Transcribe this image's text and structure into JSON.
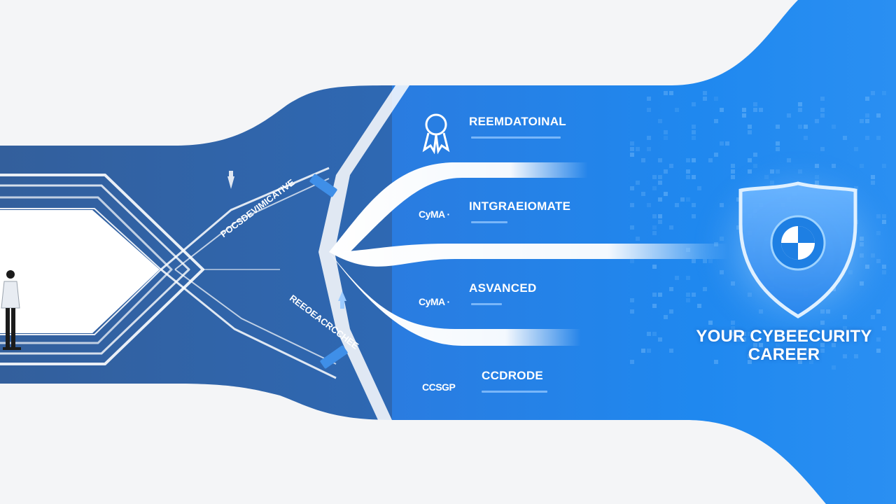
{
  "tiers": [
    {
      "title": "REEMDATOINAL"
    },
    {
      "title": "INTGRAEIOMATE",
      "cert": "CyMA ·"
    },
    {
      "title": "ASVANCED",
      "cert": "CyMA ·"
    },
    {
      "title": "CCDRODE",
      "cert": "CCSGP"
    }
  ],
  "path_labels": {
    "upper": "POCSDEVIMICATIVE",
    "lower": "REEOEACRCCHEE"
  },
  "career": {
    "line1": "YOUR CYBEECURITY",
    "line2": "CAREER"
  },
  "colors": {
    "dark_blue": "#2f5d9e",
    "mid_blue": "#2d80e0",
    "bright_blue": "#1f86ee",
    "background": "#f4f5f7"
  },
  "icons": [
    "ribbon-award-icon",
    "shield-icon",
    "person-figure",
    "arrow-down-icon",
    "arrow-up-icon"
  ]
}
